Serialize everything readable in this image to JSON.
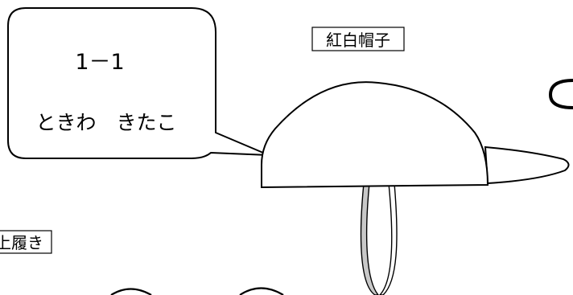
{
  "callout": {
    "class_label": "1－1",
    "name_label": "ときわ　きたこ"
  },
  "labels": {
    "hat_label": "紅白帽子",
    "shoes_label_partial": "上履き"
  },
  "colors": {
    "stroke": "#000000",
    "strap_fill": "#c8c8c8",
    "background": "#ffffff"
  }
}
